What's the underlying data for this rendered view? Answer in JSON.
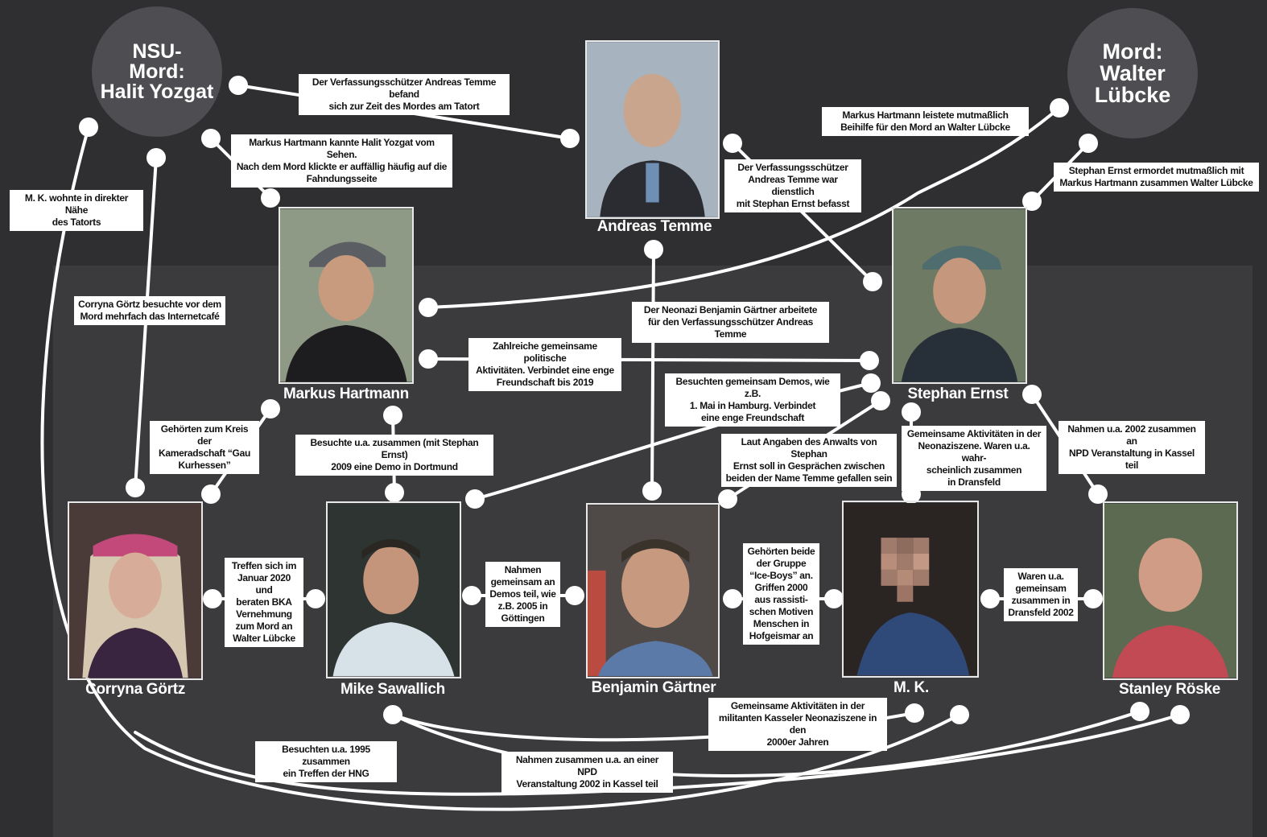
{
  "hubs": {
    "yozgat": [
      "NSU-",
      "Mord:",
      "Halit Yozgat"
    ],
    "luebcke": [
      "Mord:",
      "Walter",
      "Lübcke"
    ]
  },
  "people": {
    "temme": "Andreas Temme",
    "hartmann": "Markus Hartmann",
    "ernst": "Stephan Ernst",
    "goertz": "Corryna Görtz",
    "sawallich": "Mike Sawallich",
    "gaertner": "Benjamin Gärtner",
    "mk": "M. K.",
    "roeske": "Stanley Röske"
  },
  "labels": {
    "l1": "Der Verfassungsschützer Andreas Temme befand\nsich zur Zeit des Mordes am Tatort",
    "l2": "Markus Hartmann kannte Halit Yozgat vom Sehen.\nNach dem Mord klickte er auffällig häufig auf die\nFahndungsseite",
    "l3": "M. K. wohnte in direkter Nähe\ndes Tatorts",
    "l4": "Markus Hartmann leistete mutmaßlich\nBeihilfe für den Mord an Walter Lübcke",
    "l5": "Der Verfassungsschützer\nAndreas Temme war dienstlich\nmit Stephan Ernst befasst",
    "l6": "Stephan Ernst ermordet mutmaßlich mit\nMarkus Hartmann zusammen Walter Lübcke",
    "l7": "Corryna Görtz besuchte vor dem\nMord mehrfach das Internetcafé",
    "l8": "Der Neonazi Benjamin Gärtner arbeitete\nfür den Verfassungsschützer Andreas Temme",
    "l9": "Zahlreiche gemeinsame politische\nAktivitäten. Verbindet eine enge\nFreundschaft bis 2019",
    "l10": "Besuchten gemeinsam Demos, wie z.B.\n1. Mai in Hamburg. Verbindet\neine enge Freundschaft",
    "l11": "Gehörten zum Kreis der\nKameradschaft “Gau\nKurhessen”",
    "l12": "Besuchte u.a. zusammen (mit Stephan Ernst)\n2009 eine Demo in Dortmund",
    "l13": "Laut Angaben des Anwalts von Stephan\nErnst soll in Gesprächen zwischen\nbeiden der Name Temme gefallen sein",
    "l14": "Gemeinsame Aktivitäten in der\nNeonaziszene. Waren u.a. wahr-\nscheinlich zusammen\nin Dransfeld",
    "l15": "Nahmen u.a. 2002 zusammen an\nNPD Veranstaltung in Kassel teil",
    "l16": "Treffen sich im\nJanuar 2020 und\nberaten BKA\nVernehmung\nzum Mord an\nWalter Lübcke",
    "l17": "Nahmen\ngemeinsam an\nDemos teil, wie\nz.B. 2005 in\nGöttingen",
    "l18": "Gehörten beide\nder Gruppe\n“Ice-Boys” an.\nGriffen 2000\naus rassisti-\nschen Motiven\nMenschen in\nHofgeismar an",
    "l19": "Waren u.a.\ngemeinsam\nzusammen in\nDransfeld 2002",
    "l20": "Gemeinsame Aktivitäten in der\nmilitanten Kasseler Neonaziszene in den\n2000er Jahren",
    "l21": "Besuchten u.a. 1995 zusammen\nein Treffen der HNG",
    "l22": "Nahmen zusammen u.a. an einer NPD\nVeranstaltung 2002 in Kassel teil"
  },
  "colors": {
    "background": "#2f2f31",
    "panel": "#3b3b3e",
    "hub": "#4e4e52",
    "line": "#ffffff"
  }
}
